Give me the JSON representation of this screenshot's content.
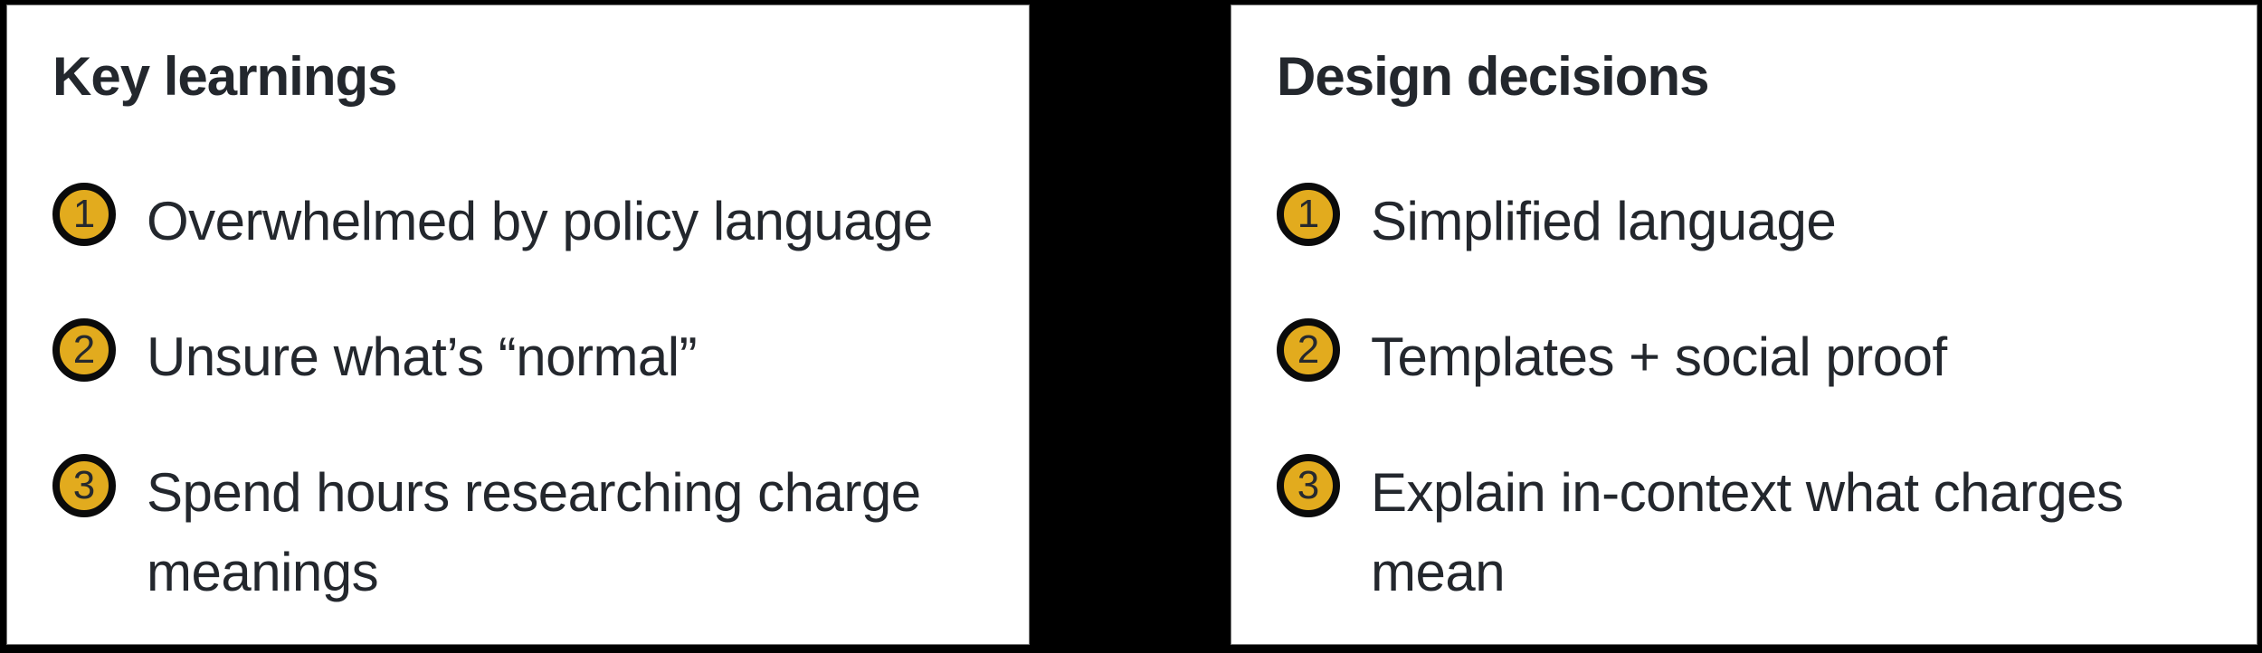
{
  "colors": {
    "bg": "#000000",
    "card-bg": "#ffffff",
    "text": "#23272d",
    "badge-fill": "#e2ab1e",
    "badge-ring": "#0b0b0b",
    "badge-num": "#26292e"
  },
  "cards": [
    {
      "title": "Key learnings",
      "items": [
        {
          "num": "1",
          "text": "Overwhelmed by policy language"
        },
        {
          "num": "2",
          "text": "Unsure what’s “normal”"
        },
        {
          "num": "3",
          "text": "Spend hours researching charge\nmeanings"
        }
      ]
    },
    {
      "title": "Design decisions",
      "items": [
        {
          "num": "1",
          "text": "Simplified language"
        },
        {
          "num": "2",
          "text": "Templates + social proof"
        },
        {
          "num": "3",
          "text": "Explain in-context what charges\nmean"
        }
      ]
    }
  ]
}
